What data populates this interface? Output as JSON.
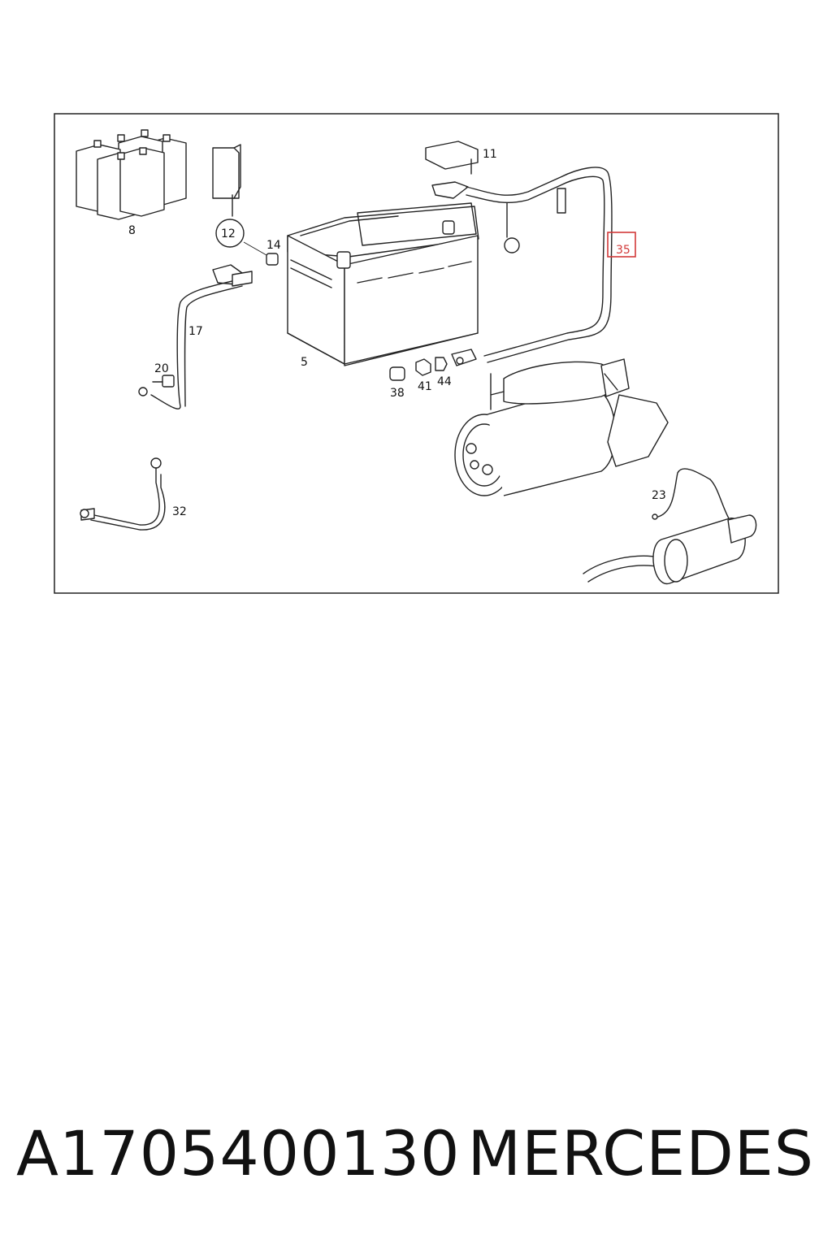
{
  "diagram": {
    "callouts": {
      "c5": "5",
      "c8": "8",
      "c11": "11",
      "c12": "12",
      "c14": "14",
      "c17": "17",
      "c20": "20",
      "c23": "23",
      "c32": "32",
      "c35": "35",
      "c38": "38",
      "c41": "41",
      "c44": "44"
    },
    "highlighted_callout": "35",
    "highlight_color": "#d23a3a"
  },
  "caption": {
    "part_number": "A1705400130",
    "brand": "MERCEDES"
  }
}
